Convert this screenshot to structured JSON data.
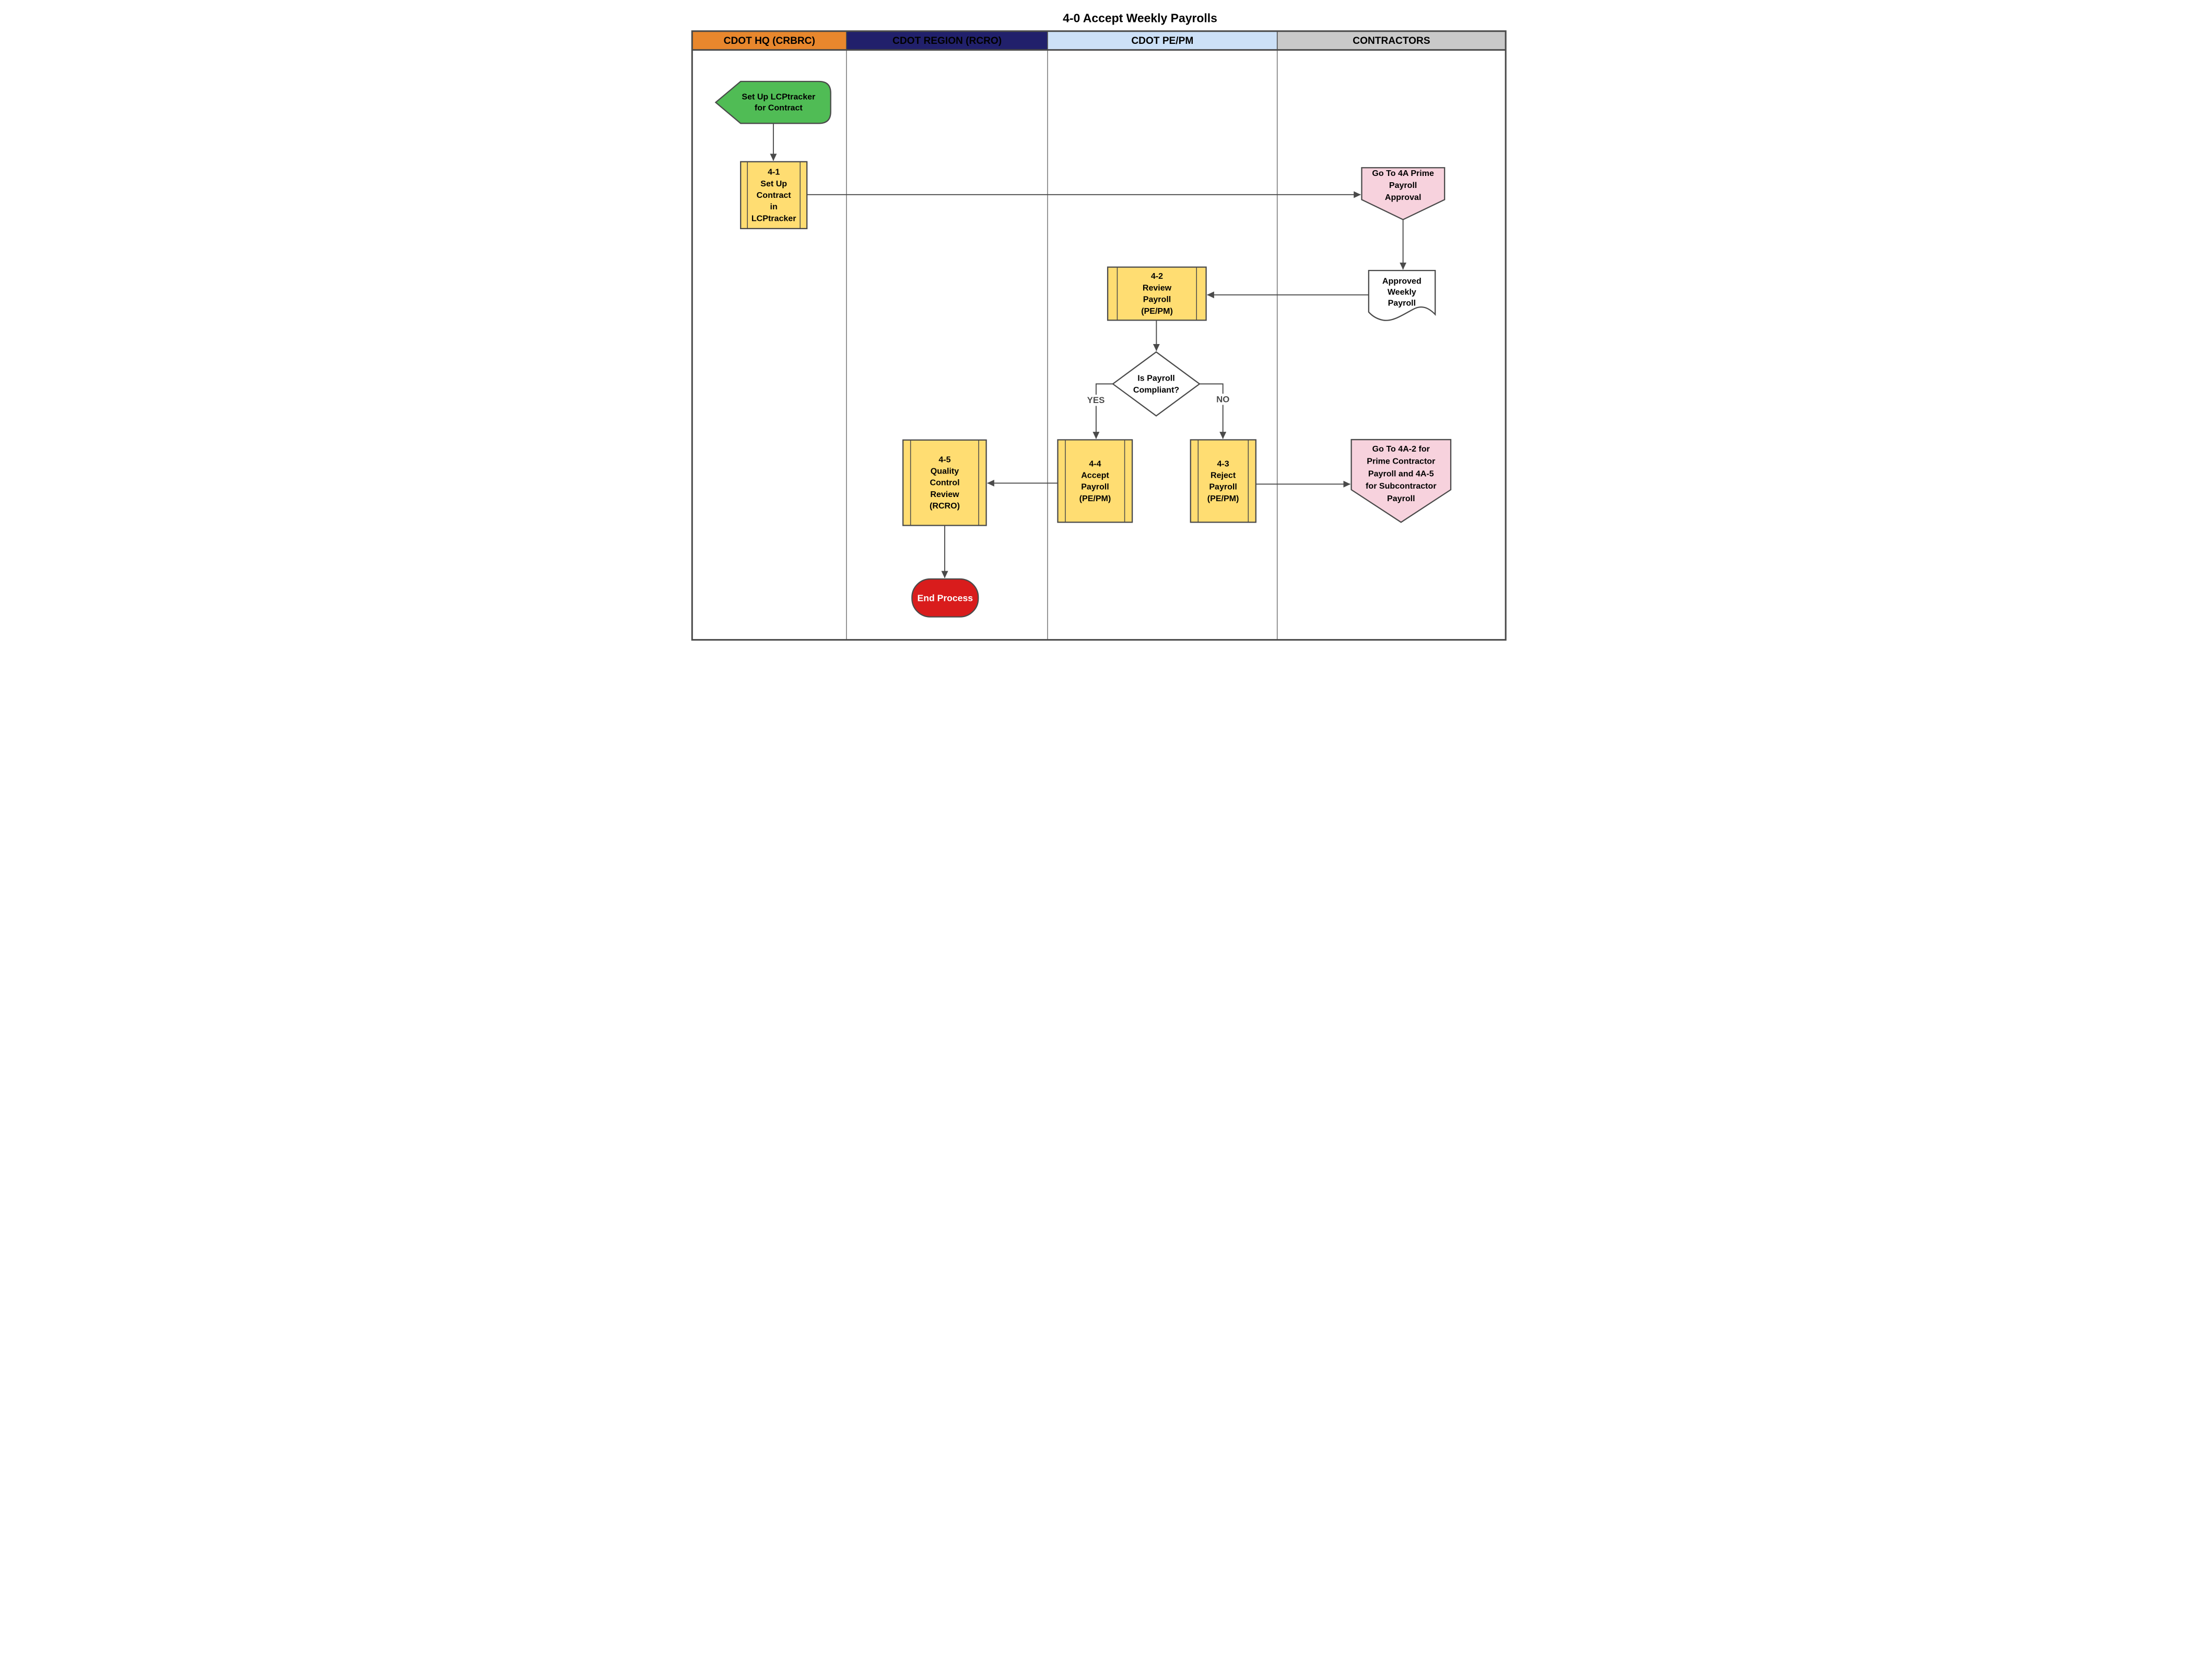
{
  "title": "4-0 Accept Weekly Payrolls",
  "lanes": [
    {
      "label": "CDOT HQ (CRBRC)",
      "color": "#E8872D",
      "text_color": "#000000"
    },
    {
      "label": "CDOT REGION (RCRO)",
      "color": "#21206B",
      "text_color": "#FFFFFF"
    },
    {
      "label": "CDOT PE/PM",
      "color": "#CCE0F7",
      "text_color": "#000000"
    },
    {
      "label": "CONTRACTORS",
      "color": "#C9C9C9",
      "text_color": "#000000"
    }
  ],
  "shapes": {
    "start": {
      "shape": "off-page-connector-left",
      "fill": "#50BC55",
      "lines": [
        "Set Up LCPtracker",
        "for Contract"
      ]
    },
    "step41": {
      "shape": "predefined-process",
      "fill": "#FFDD72",
      "lines": [
        "4-1",
        "Set Up",
        "Contract",
        "in",
        "LCPtracker"
      ]
    },
    "goto4a": {
      "shape": "off-page-connector-down",
      "fill": "#F7D2DD",
      "lines": [
        "Go To 4A Prime",
        "Payroll",
        "Approval"
      ]
    },
    "document": {
      "shape": "document",
      "fill": "#FFFFFF",
      "lines": [
        "Approved",
        "Weekly",
        "Payroll"
      ]
    },
    "step42": {
      "shape": "predefined-process",
      "fill": "#FFDD72",
      "lines": [
        "4-2",
        "Review",
        "Payroll",
        "(PE/PM)"
      ]
    },
    "decision": {
      "shape": "decision-diamond",
      "fill": "#FFFFFF",
      "lines": [
        "Is Payroll",
        "Compliant?"
      ]
    },
    "step45": {
      "shape": "predefined-process",
      "fill": "#FFDD72",
      "lines": [
        "4-5",
        "Quality",
        "Control",
        "Review",
        "(RCRO)"
      ]
    },
    "step44": {
      "shape": "predefined-process",
      "fill": "#FFDD72",
      "lines": [
        "4-4",
        "Accept",
        "Payroll",
        "(PE/PM)"
      ]
    },
    "step43": {
      "shape": "predefined-process",
      "fill": "#FFDD72",
      "lines": [
        "4-3",
        "Reject",
        "Payroll",
        "(PE/PM)"
      ]
    },
    "goto4a2": {
      "shape": "off-page-connector-down",
      "fill": "#F7D2DD",
      "lines": [
        "Go To 4A-2 for",
        "Prime Contractor",
        "Payroll and 4A-5",
        "for Subcontractor",
        "Payroll"
      ]
    },
    "end": {
      "shape": "terminator",
      "fill": "#D91C1C",
      "label": "End Process"
    }
  },
  "edge_labels": {
    "yes": "YES",
    "no": "NO"
  },
  "colors": {
    "line": "#4A4A4A",
    "process_fill": "#FFDD72",
    "offpage_fill": "#F7D2DD",
    "start_fill": "#50BC55",
    "end_fill": "#D91C1C",
    "header_orange": "#E8872D",
    "header_navy": "#21206B",
    "header_blue": "#CCE0F7",
    "header_gray": "#C9C9C9"
  }
}
